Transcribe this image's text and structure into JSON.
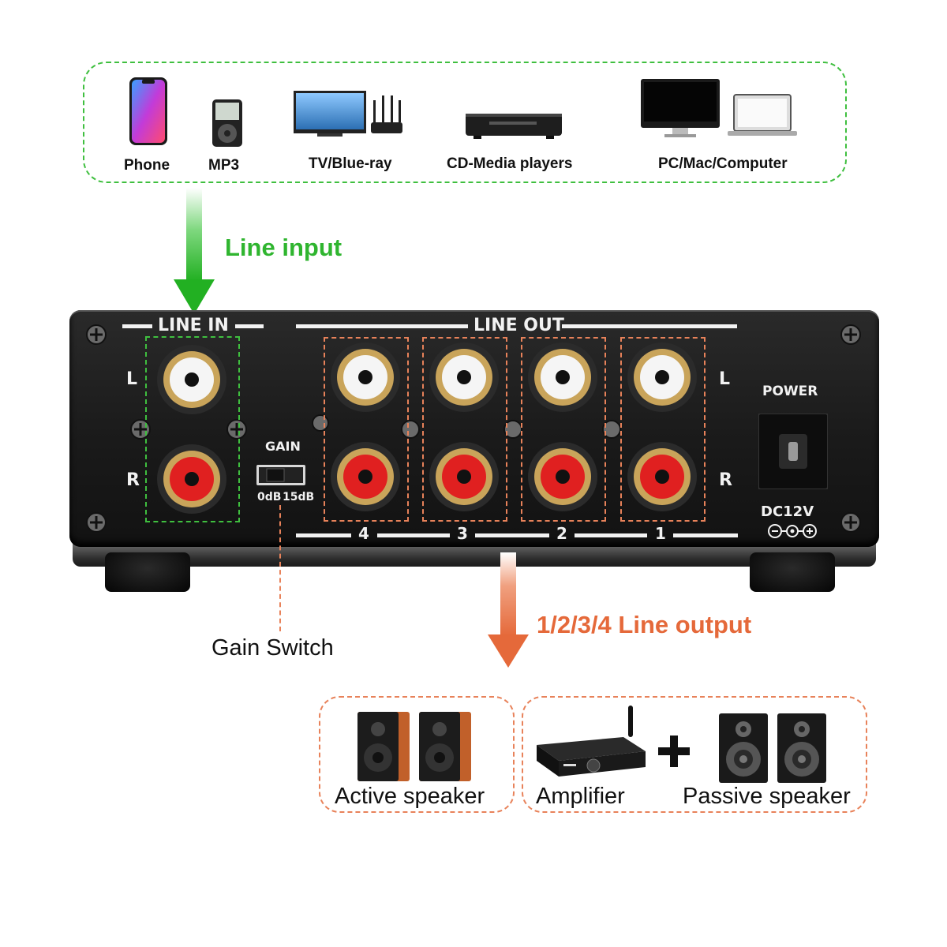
{
  "sources": [
    {
      "label": "Phone",
      "icon": "phone-icon"
    },
    {
      "label": "MP3",
      "icon": "mp3-player-icon"
    },
    {
      "label": "TV/Blue-ray",
      "icon": "tv-router-icon"
    },
    {
      "label": "CD-Media players",
      "icon": "media-player-icon"
    },
    {
      "label": "PC/Mac/Computer",
      "icon": "computer-icon"
    }
  ],
  "flow": {
    "input_label": "Line input",
    "output_label": "1/2/3/4 Line output",
    "gain_switch_label": "Gain Switch"
  },
  "panel": {
    "line_in": "LINE IN",
    "line_out": "LINE OUT",
    "left": "L",
    "right": "R",
    "gain": "GAIN",
    "gain_low": "0dB",
    "gain_high": "15dB",
    "channels": [
      "4",
      "3",
      "2",
      "1"
    ],
    "power": "POWER",
    "dc": "DC12V"
  },
  "outputs": [
    {
      "label": "Active speaker",
      "icon": "active-speaker-icon"
    },
    {
      "label": "Amplifier",
      "icon": "amplifier-icon"
    },
    {
      "label": "+",
      "icon": "plus-icon"
    },
    {
      "label": "Passive speaker",
      "icon": "passive-speaker-icon"
    }
  ],
  "colors": {
    "input_green": "#2fb52f",
    "output_orange": "#e5693a",
    "panel": "#1b1b1b"
  }
}
